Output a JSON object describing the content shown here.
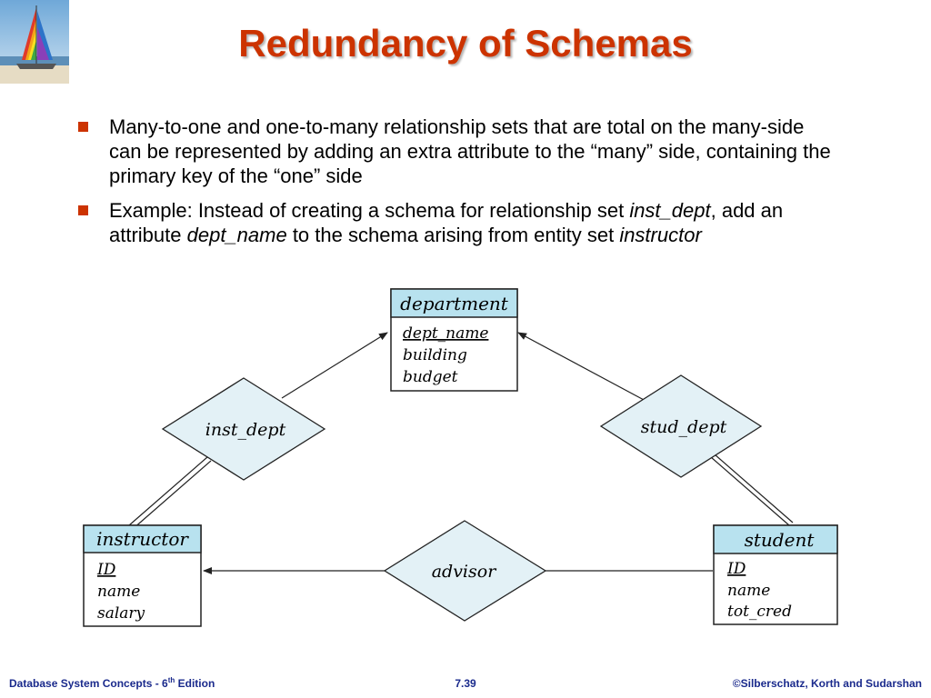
{
  "slide": {
    "title": "Redundancy of Schemas",
    "bullets": [
      {
        "text": "Many-to-one and one-to-many relationship sets that are total on the many-side can be represented by adding an extra attribute to the “many” side, containing the primary key of the “one” side"
      },
      {
        "part1": "Example: Instead of creating a schema for relationship set ",
        "italic1": "inst_dept",
        "part2": ", add an attribute ",
        "italic2": "dept_name",
        "part3": " to the schema arising from entity set ",
        "italic3": "instructor"
      }
    ]
  },
  "diagram": {
    "entities": {
      "department": {
        "name": "department",
        "attributes": [
          "dept_name",
          "building",
          "budget"
        ]
      },
      "instructor": {
        "name": "instructor",
        "attributes": [
          "ID",
          "name",
          "salary"
        ]
      },
      "student": {
        "name": "student",
        "attributes": [
          "ID",
          "name",
          "tot_cred"
        ]
      }
    },
    "relationships": {
      "inst_dept": "inst_dept",
      "stud_dept": "stud_dept",
      "advisor": "advisor"
    },
    "colors": {
      "entity_header": "#b8e2ef",
      "relationship_fill": "#e3f1f6",
      "stroke": "#222222"
    }
  },
  "footer": {
    "left": "Database System Concepts - 6",
    "left_sup": "th",
    "left_suffix": " Edition",
    "center": "7.39",
    "right": "©Silberschatz, Korth and Sudarshan"
  },
  "colors": {
    "title": "#cc3300",
    "bullet": "#cc3300",
    "footer": "#1a2a8c"
  }
}
